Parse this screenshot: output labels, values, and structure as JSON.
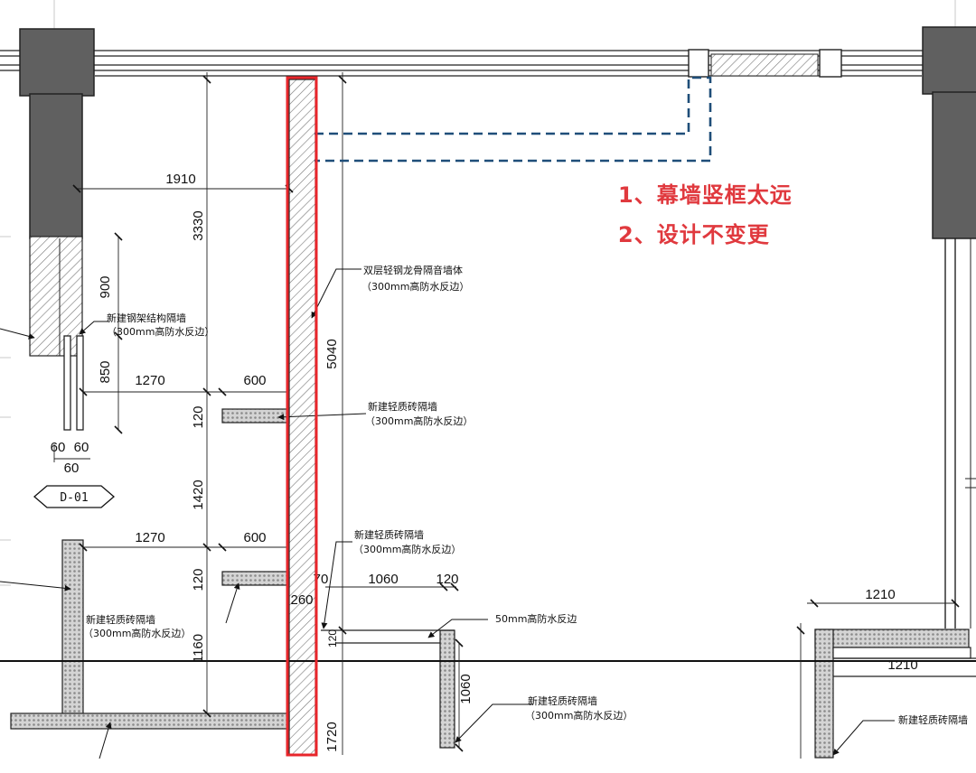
{
  "annotations": [
    "1、幕墙竖框太远",
    "2、设计不变更"
  ],
  "colors": {
    "annotation": "#e0393e",
    "highlight_box": "#e8262b",
    "dashed_outline": "#1f4e79",
    "column_fill": "#606060",
    "line": "#222222"
  },
  "dimensions": {
    "d1910": "1910",
    "d3330": "3330",
    "d900": "900",
    "d850": "850",
    "d1270_a": "1270",
    "d600_a": "600",
    "d120_a": "120",
    "d5040": "5040",
    "d60_a": "60",
    "d60_b": "60",
    "d60_c": "60",
    "d1420": "1420",
    "d1270_b": "1270",
    "d600_b": "600",
    "d120_b": "120",
    "d70": "70",
    "d260": "260",
    "d1060_a": "1060",
    "d120_c": "120",
    "d1160": "1160",
    "d1720": "1720",
    "d120_d": "120",
    "d1060_b": "1060",
    "d1210_a": "1210",
    "d1210_b": "1210"
  },
  "labels": {
    "double_keel_title": "双层轻钢龙骨隔音墙体",
    "double_keel_sub": "（300mm高防水反边）",
    "steel_frame_title": "新建钢架结构隔墙",
    "steel_frame_sub": "（300mm高防水反边）",
    "light_brick_1_title": "新建轻质砖隔墙",
    "light_brick_1_sub": "（300mm高防水反边）",
    "light_brick_2_title": "新建轻质砖隔墙",
    "light_brick_2_sub": "（300mm高防水反边）",
    "light_brick_3_title": "新建轻质砖隔墙",
    "light_brick_3_sub": "（300mm高防水反边）",
    "waterproof_50": "50mm高防水反边",
    "light_brick_4_title": "新建轻质砖隔墙",
    "light_brick_4_sub": "（300mm高防水反边）",
    "light_brick_5_title": "新建轻质砖隔墙"
  },
  "tags": {
    "door_tag": "D-01"
  }
}
